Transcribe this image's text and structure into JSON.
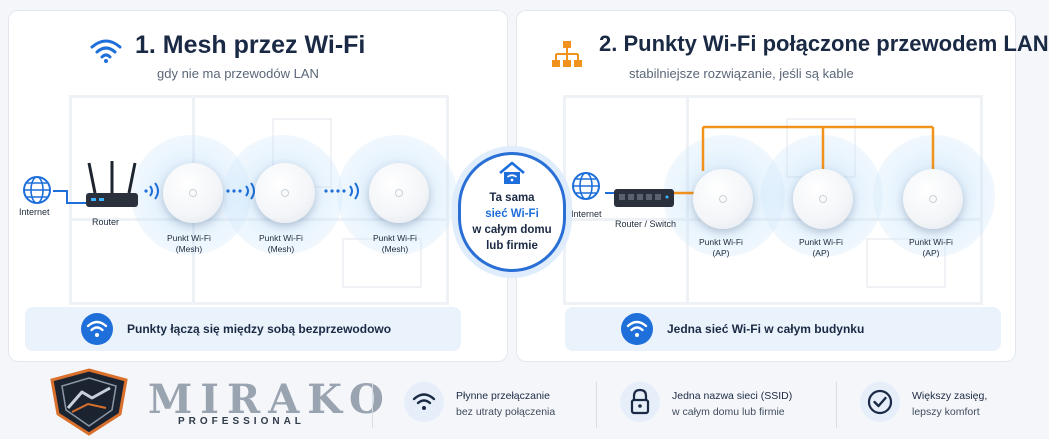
{
  "colors": {
    "accent": "#1e6fd9",
    "cable": "#f0921c",
    "title": "#1b2a44"
  },
  "left": {
    "icon": "wifi-icon",
    "title": "1. Mesh przez Wi-Fi",
    "subtitle": "gdy nie ma przewodów LAN",
    "internet": "Internet",
    "router": "Router",
    "ap1": {
      "line1": "Punkt Wi-Fi",
      "line2": "(Mesh)"
    },
    "ap2": {
      "line1": "Punkt Wi-Fi",
      "line2": "(Mesh)"
    },
    "ap3": {
      "line1": "Punkt Wi-Fi",
      "line2": "(Mesh)"
    },
    "info": "Punkty łączą się między sobą bezprzewodowo"
  },
  "center": {
    "icon": "home-wifi-icon",
    "line1": "Ta sama",
    "line2": "sieć Wi-Fi",
    "line3": "w całym domu",
    "line4": "lub firmie"
  },
  "right": {
    "icon": "network-tree-icon",
    "title": "2. Punkty Wi-Fi połączone przewodem LAN",
    "subtitle": "stabilniejsze rozwiązanie, jeśli są kable",
    "internet": "Internet",
    "router": "Router / Switch",
    "ap1": {
      "line1": "Punkt Wi-Fi",
      "line2": "(AP)"
    },
    "ap2": {
      "line1": "Punkt Wi-Fi",
      "line2": "(AP)"
    },
    "ap3": {
      "line1": "Punkt Wi-Fi",
      "line2": "(AP)"
    },
    "info": "Jedna sieć Wi-Fi w całym budynku"
  },
  "brand": {
    "name": "MIRAKO",
    "tagline": "PROFESSIONAL"
  },
  "features": [
    {
      "icon": "wifi-icon",
      "title": "Płynne przełączanie",
      "sub": "bez utraty połączenia"
    },
    {
      "icon": "lock-icon",
      "title": "Jedna nazwa sieci (SSID)",
      "sub": "w całym domu lub firmie"
    },
    {
      "icon": "check-circle-icon",
      "title": "Większy zasięg,",
      "sub": "lepszy komfort"
    }
  ]
}
